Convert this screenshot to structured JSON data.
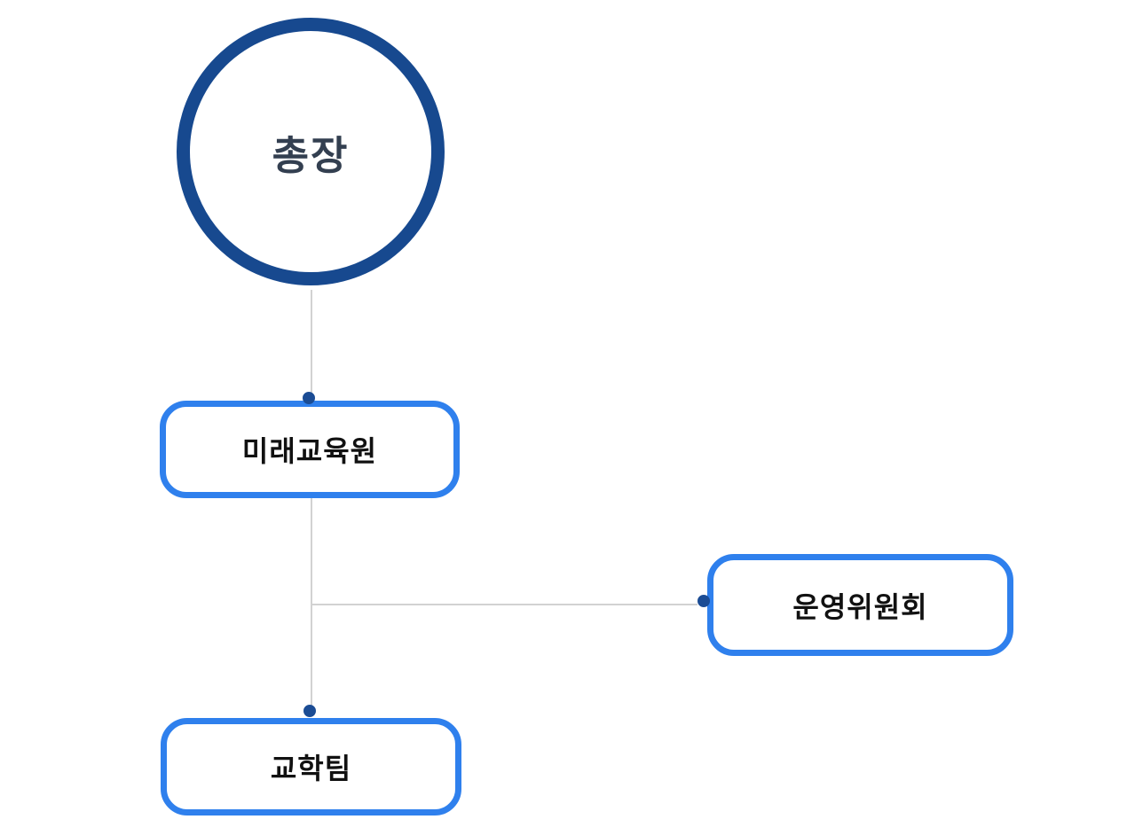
{
  "diagram": {
    "type": "org-chart",
    "nodes": [
      {
        "id": "president",
        "label": "총장",
        "shape": "circle"
      },
      {
        "id": "mirae",
        "label": "미래교육원",
        "shape": "rounded-box"
      },
      {
        "id": "steering",
        "label": "운영위원회",
        "shape": "rounded-box"
      },
      {
        "id": "gyohak",
        "label": "교학팀",
        "shape": "rounded-box"
      }
    ],
    "edges": [
      {
        "from": "president",
        "to": "mirae",
        "style": "vertical"
      },
      {
        "from": "mirae",
        "to": "steering",
        "style": "elbow-right"
      },
      {
        "from": "mirae",
        "to": "gyohak",
        "style": "vertical"
      }
    ],
    "colors": {
      "background": "#FFFFFF",
      "circle_border": "#17498F",
      "circle_text": "#333F50",
      "box_border": "#2F80ED",
      "box_text": "#111111",
      "connector_line": "#D2D2D2",
      "connector_dot": "#1B4C94"
    }
  }
}
